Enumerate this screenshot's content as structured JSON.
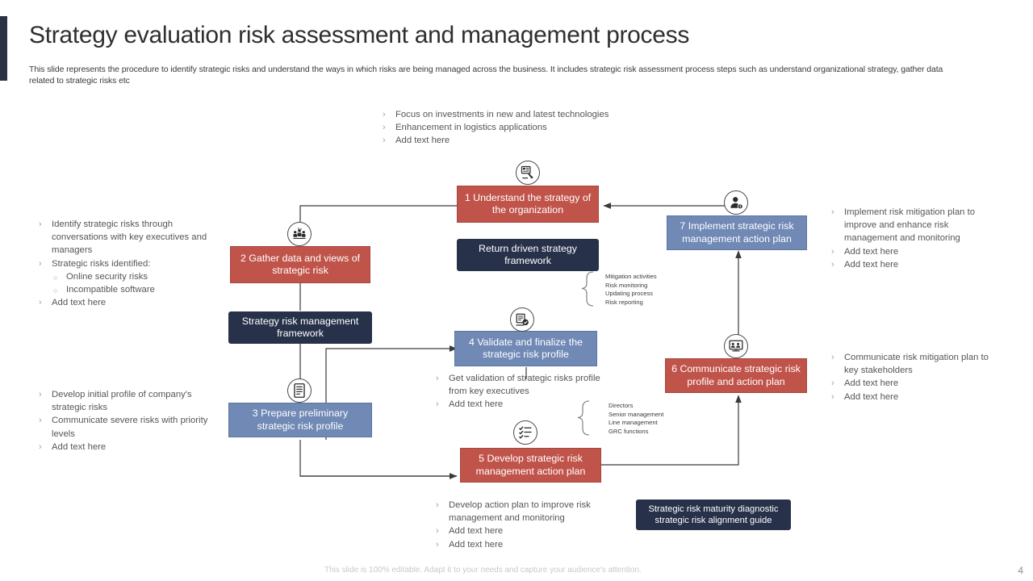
{
  "header": {
    "title": "Strategy evaluation risk assessment and management process",
    "subtitle": "This slide represents the procedure to identify strategic risks and understand the ways in which risks are being managed across the business. It includes strategic risk assessment process steps such as understand organizational strategy, gather data related to strategic risks etc"
  },
  "footer": {
    "note": "This slide is 100% editable. Adapt it to your needs and capture your audience's attention.",
    "page_number": "4"
  },
  "colors": {
    "red_box": "#c0544a",
    "blue_box": "#7089b5",
    "dark_box": "#27314a",
    "accent_bar": "#2b3245",
    "title_text": "#2f2f2f",
    "body_text": "#565656"
  },
  "steps": [
    {
      "id": "step1",
      "label": "1 Understand the strategy of the organization",
      "style": "red",
      "icon": "strategy-board-icon"
    },
    {
      "id": "step2",
      "label": "2 Gather data and views of strategic risk",
      "style": "red",
      "icon": "team-data-icon"
    },
    {
      "id": "step3",
      "label": "3 Prepare preliminary strategic risk profile",
      "style": "blue",
      "icon": "document-profile-icon"
    },
    {
      "id": "step4",
      "label": "4 Validate and finalize the strategic risk profile",
      "style": "blue",
      "icon": "validate-stamp-icon"
    },
    {
      "id": "step5",
      "label": "5 Develop strategic risk management action plan",
      "style": "red",
      "icon": "checklist-icon"
    },
    {
      "id": "step6",
      "label": "6 Communicate strategic risk profile and action plan",
      "style": "red",
      "icon": "presentation-people-icon"
    },
    {
      "id": "step7",
      "label": "7 Implement strategic risk management action plan",
      "style": "blue",
      "icon": "user-badge-icon"
    }
  ],
  "dark_boxes": [
    {
      "id": "return-driven",
      "label": "Return driven strategy framework"
    },
    {
      "id": "strategy-risk-framework",
      "label": "Strategy risk management framework"
    },
    {
      "id": "maturity-diagnostic",
      "label": "Strategic risk maturity diagnostic strategic risk alignment guide"
    }
  ],
  "bullet_groups": {
    "top_center": [
      {
        "text": "Focus on investments in new and latest technologies",
        "level": 1
      },
      {
        "text": "Enhancement in logistics applications",
        "level": 1
      },
      {
        "text": "Add text here",
        "level": 1
      }
    ],
    "left_upper": [
      {
        "text": "Identify strategic risks through conversations with key executives and managers",
        "level": 1
      },
      {
        "text": "Strategic risks identified:",
        "level": 1
      },
      {
        "text": "Online security risks",
        "level": 2
      },
      {
        "text": "Incompatible software",
        "level": 2
      },
      {
        "text": "Add text here",
        "level": 1
      }
    ],
    "left_lower": [
      {
        "text": "Develop initial profile of company's strategic risks",
        "level": 1
      },
      {
        "text": "Communicate severe risks with priority levels",
        "level": 1
      },
      {
        "text": "Add text here",
        "level": 1
      }
    ],
    "center_mid": [
      {
        "text": "Get validation of strategic risks profile from key executives",
        "level": 1
      },
      {
        "text": "Add text here",
        "level": 1
      }
    ],
    "center_lower": [
      {
        "text": "Develop action plan to improve risk management and monitoring",
        "level": 1
      },
      {
        "text": "Add text here",
        "level": 1
      },
      {
        "text": "Add text here",
        "level": 1
      }
    ],
    "right_upper": [
      {
        "text": "Implement risk mitigation plan to improve and enhance risk management and monitoring",
        "level": 1
      },
      {
        "text": "Add text here",
        "level": 1
      },
      {
        "text": "Add text here",
        "level": 1
      }
    ],
    "right_lower": [
      {
        "text": "Communicate risk mitigation plan to key stakeholders",
        "level": 1
      },
      {
        "text": "Add text here",
        "level": 1
      },
      {
        "text": "Add text here",
        "level": 1
      }
    ]
  },
  "annotations": {
    "monitoring_items": [
      "Mitigation activities",
      "Risk monitoring",
      "Updating process",
      "Risk reporting"
    ],
    "stakeholder_items": [
      "Directors",
      "Senior management",
      "Line management",
      "GRC functions"
    ]
  },
  "bullet_markers": {
    "level1": "›",
    "level2": "○"
  }
}
